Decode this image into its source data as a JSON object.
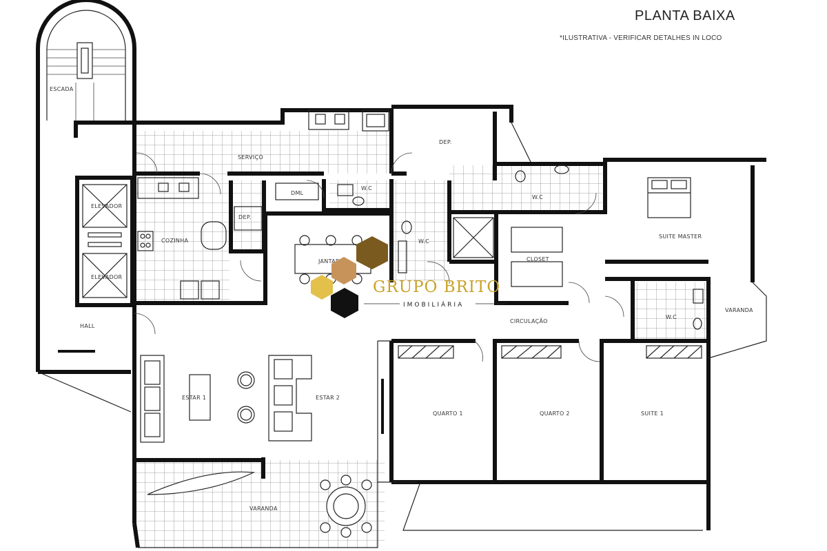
{
  "header": {
    "title": "PLANTA BAIXA",
    "subtitle": "*ILUSTRATIVA - VERIFICAR DETALHES IN LOCO"
  },
  "rooms": {
    "escada": "ESCADA",
    "servico": "SERVIÇO",
    "dep_top": "DEP.",
    "elevador_1": "ELEVADOR",
    "elevador_2": "ELEVADOR",
    "cozinha": "COZINHA",
    "dep_mid": "DEP.",
    "dml": "DML",
    "wc_1": "W.C",
    "wc_2": "W.C",
    "wc_3": "W.C",
    "wc_4": "W.C",
    "suite_master": "SUITE MASTER",
    "jantar": "JANTAR",
    "closet": "CLOSET",
    "varanda_right": "VARANDA",
    "hall": "HALL",
    "circulacao": "CIRCULAÇÃO",
    "estar_1": "ESTAR 1",
    "estar_2": "ESTAR 2",
    "quarto_1": "QUARTO 1",
    "quarto_2": "QUARTO 2",
    "suite_1": "SUITE 1",
    "varanda_bottom": "VARANDA"
  },
  "logo": {
    "name": "GRUPO BRITO",
    "tagline": "IMOBILIÁRIA",
    "colors": [
      "#7a5a1e",
      "#c7935a",
      "#e3c04a",
      "#111111"
    ]
  },
  "colors": {
    "wall": "#111111",
    "line": "#222222",
    "tile": "#8a8a8a",
    "background": "#ffffff"
  }
}
